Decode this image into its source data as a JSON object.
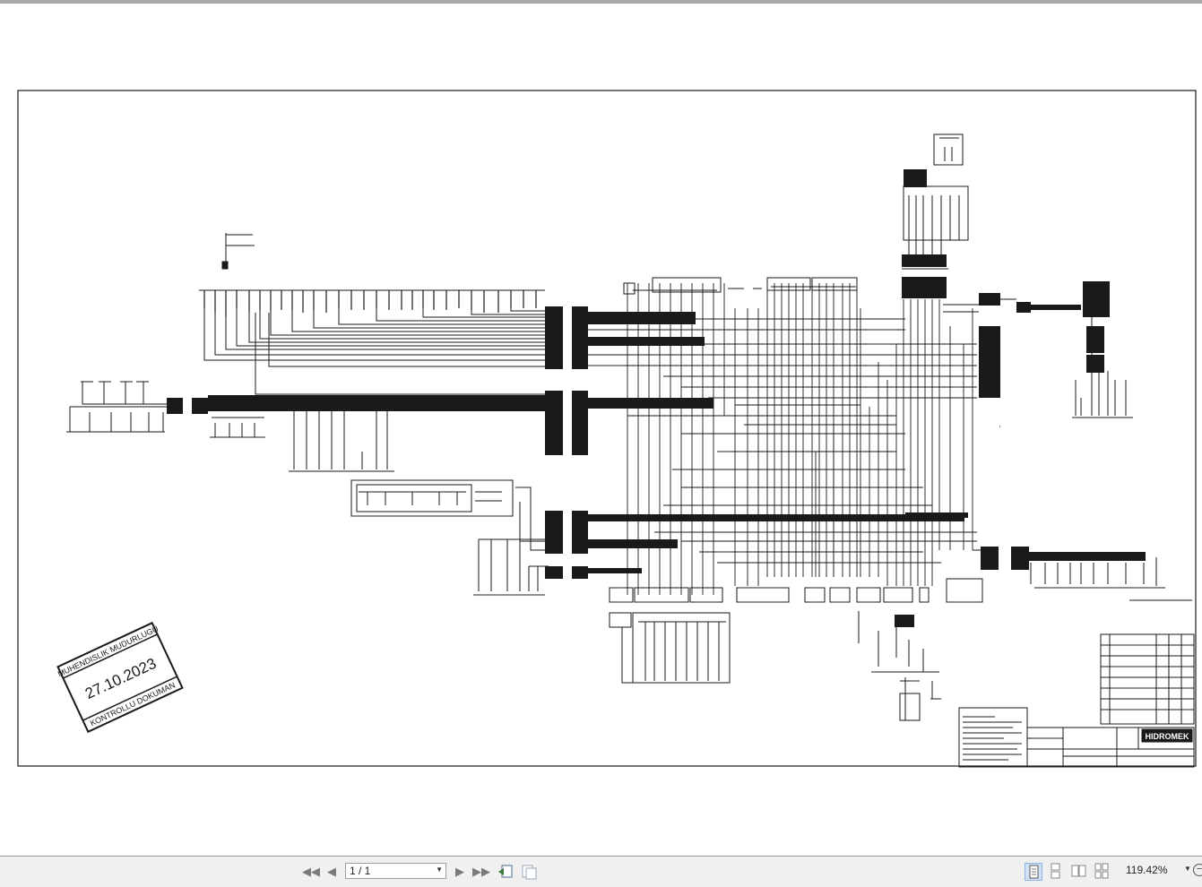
{
  "viewer": {
    "page_indicator": "1 / 1",
    "zoom_level": "119.42%"
  },
  "stamp": {
    "department": "MUHENDISLIK MUDURLUGU",
    "date": "27.10.2023",
    "label": "KONTROLLU DOKUMAN"
  },
  "title_block": {
    "logo_text": "HIDROMEK"
  },
  "icons": {
    "first_page": "first-page-icon",
    "prev_page": "previous-page-icon",
    "next_page": "next-page-icon",
    "last_page": "last-page-icon",
    "go_back": "go-back-icon",
    "go_forward": "go-forward-icon",
    "single_page": "single-page-view-icon",
    "continuous": "continuous-view-icon",
    "facing": "facing-view-icon",
    "continuous_facing": "continuous-facing-view-icon",
    "zoom_out": "zoom-out-icon"
  },
  "colors": {
    "status_bar": "#f0f0f0",
    "sheet_background": "#ffffff",
    "drawing_ink": "#1a1a1a",
    "active_view": "#cfe1f7"
  }
}
